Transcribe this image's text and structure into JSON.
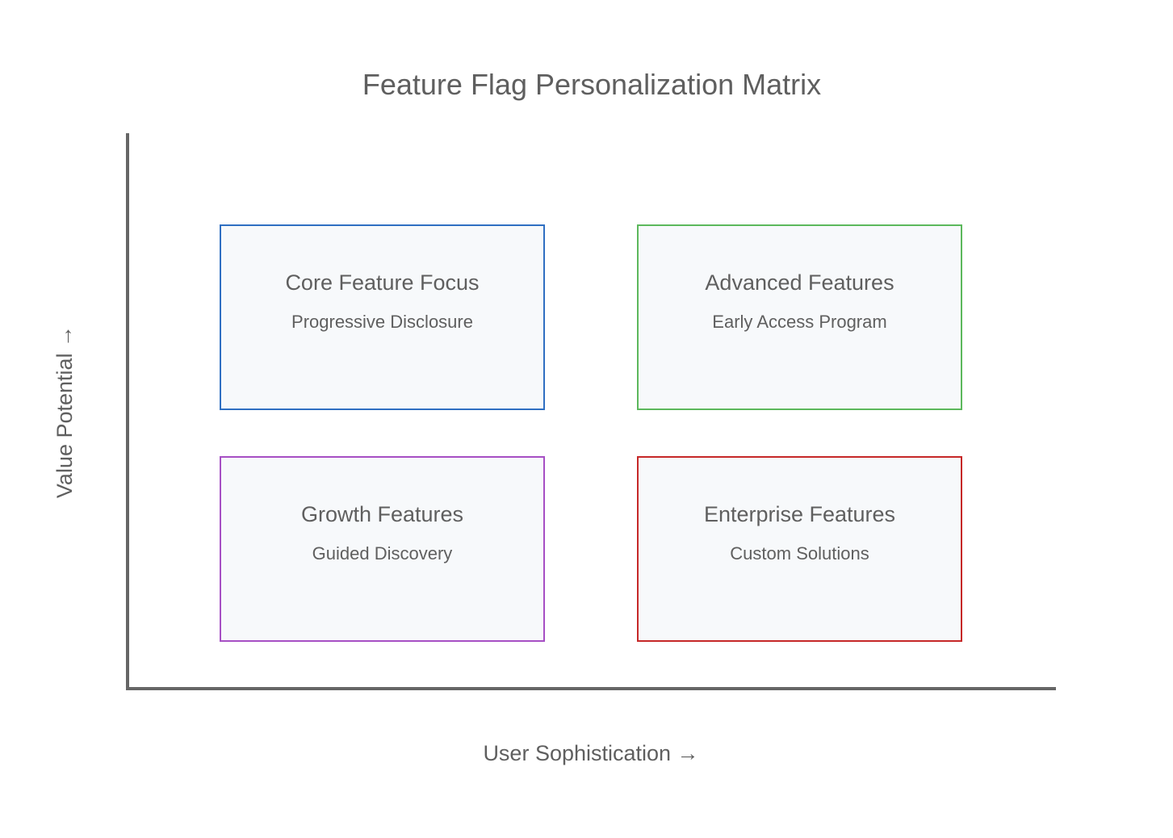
{
  "title": "Feature Flag Personalization Matrix",
  "axes": {
    "x_label": "User Sophistication →",
    "y_label": "Value Potential →"
  },
  "quadrants": {
    "top_left": {
      "title": "Core Feature Focus",
      "subtitle": "Progressive Disclosure",
      "border_color": "#2f6fc2"
    },
    "top_right": {
      "title": "Advanced Features",
      "subtitle": "Early Access Program",
      "border_color": "#5cb85c"
    },
    "bottom_left": {
      "title": "Growth Features",
      "subtitle": "Guided Discovery",
      "border_color": "#a64fc4"
    },
    "bottom_right": {
      "title": "Enterprise Features",
      "subtitle": "Custom Solutions",
      "border_color": "#c62828"
    }
  }
}
